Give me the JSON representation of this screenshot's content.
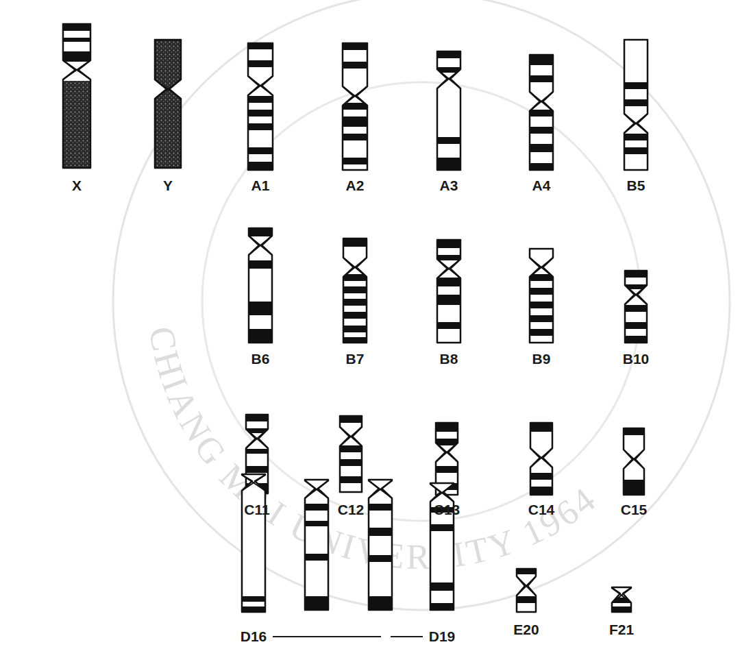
{
  "diagram": {
    "labels": [
      "X",
      "Y",
      "A1",
      "A2",
      "A3",
      "A4",
      "B5",
      "B6",
      "B7",
      "B8",
      "B9",
      "B10",
      "C11",
      "C12",
      "C13",
      "C14",
      "C15",
      "D16",
      "D19",
      "E20",
      "F21",
      "CHIANG MAI UNIVERSITY 1964"
    ]
  }
}
